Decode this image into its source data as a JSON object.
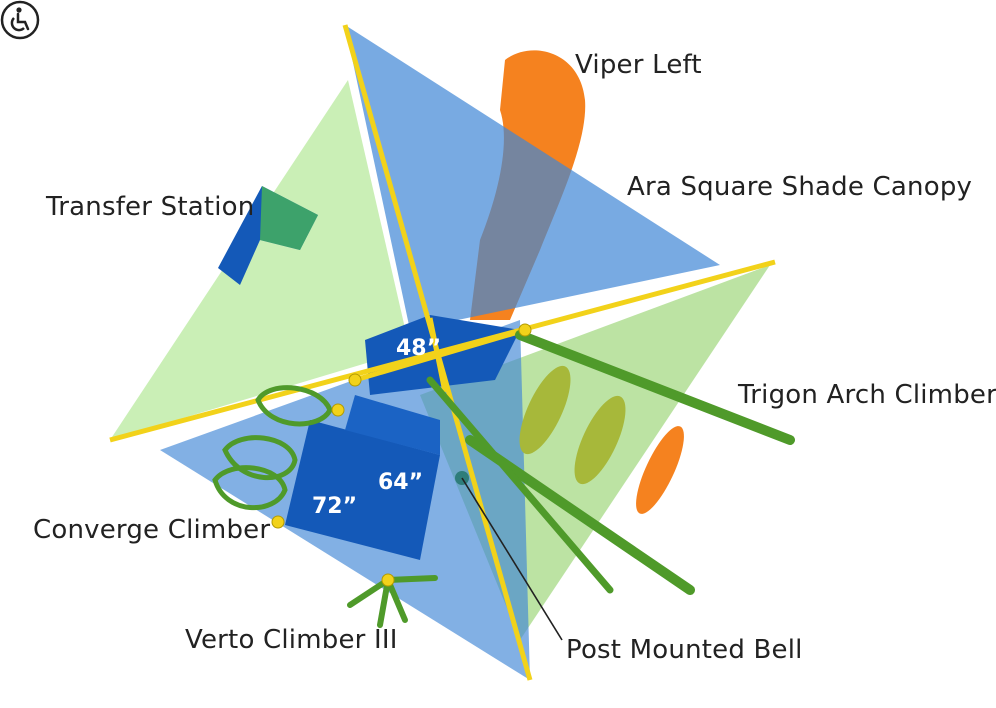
{
  "labels": {
    "viper_left": "Viper Left",
    "shade_canopy": "Ara Square Shade Canopy",
    "transfer_station": "Transfer Station",
    "trigon_arch_climber": "Trigon Arch Climber",
    "converge_climber": "Converge Climber",
    "verto_climber": "Verto Climber III",
    "post_mounted_bell": "Post Mounted Bell"
  },
  "deck_heights": {
    "deck_48": "48”",
    "deck_64": "64”",
    "deck_72": "72”"
  },
  "icons": {
    "accessibility": "wheelchair-accessibility-icon"
  },
  "colors": {
    "shade_blue": "#3f86d6",
    "shade_green": "#9fe27a",
    "deck_blue": "#1459b8",
    "post_yellow": "#f2d21a",
    "climber_green": "#4f9a2a",
    "slide_orange": "#f5821f"
  }
}
